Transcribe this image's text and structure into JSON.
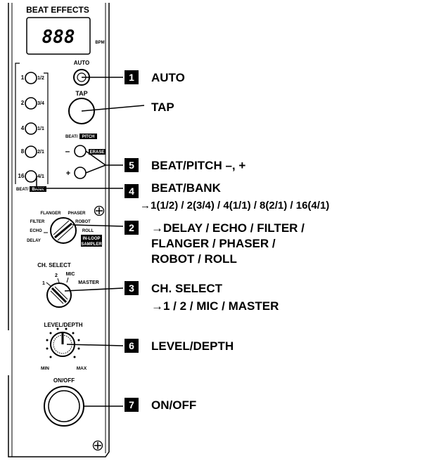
{
  "panel": {
    "title": "BEAT EFFECTS",
    "display_digits": "888",
    "display_unit": "BPM",
    "auto_label": "AUTO",
    "tap_label": "TAP",
    "beat_buttons": [
      {
        "num": "1",
        "frac": "1/2"
      },
      {
        "num": "2",
        "frac": "3/4"
      },
      {
        "num": "4",
        "frac": "1/1"
      },
      {
        "num": "8",
        "frac": "2/1"
      },
      {
        "num": "16",
        "frac": "4/1"
      }
    ],
    "beat_pitch_prefix": "BEAT/",
    "beat_pitch_box": "PITCH",
    "erase_label": "ERASE",
    "minus_sign": "–",
    "plus_sign": "+",
    "beat_bank_prefix": "BEAT/",
    "beat_bank_box": "BANK",
    "effect_labels": {
      "flanger": "FLANGER",
      "phaser": "PHASER",
      "filter": "FILTER",
      "robot": "ROBOT",
      "echo": "ECHO",
      "roll": "ROLL",
      "delay": "DELAY",
      "in_loop": "IN-LOOP",
      "sampler": "SAMPLER"
    },
    "ch_select_title": "CH. SELECT",
    "ch_labels": {
      "one": "1",
      "two": "2",
      "mic": "MIC",
      "master": "MASTER"
    },
    "level_depth_title": "LEVEL/DEPTH",
    "min_label": "MIN",
    "max_label": "MAX",
    "on_off_title": "ON/OFF"
  },
  "callouts": [
    {
      "num": "1",
      "lines": [
        "AUTO"
      ]
    },
    {
      "num": "",
      "lines": [
        "TAP"
      ]
    },
    {
      "num": "5",
      "lines": [
        "BEAT/PITCH –, +"
      ]
    },
    {
      "num": "4",
      "lines": [
        "BEAT/BANK",
        "→1(1/2) / 2(3/4) / 4(1/1) / 8(2/1) / 16(4/1)"
      ]
    },
    {
      "num": "2",
      "lines": [
        "→DELAY / ECHO / FILTER /",
        "FLANGER / PHASER /",
        "ROBOT / ROLL"
      ]
    },
    {
      "num": "3",
      "lines": [
        "CH. SELECT",
        "→1 / 2 / MIC / MASTER"
      ]
    },
    {
      "num": "6",
      "lines": [
        "LEVEL/DEPTH"
      ]
    },
    {
      "num": "7",
      "lines": [
        "ON/OFF"
      ]
    }
  ]
}
